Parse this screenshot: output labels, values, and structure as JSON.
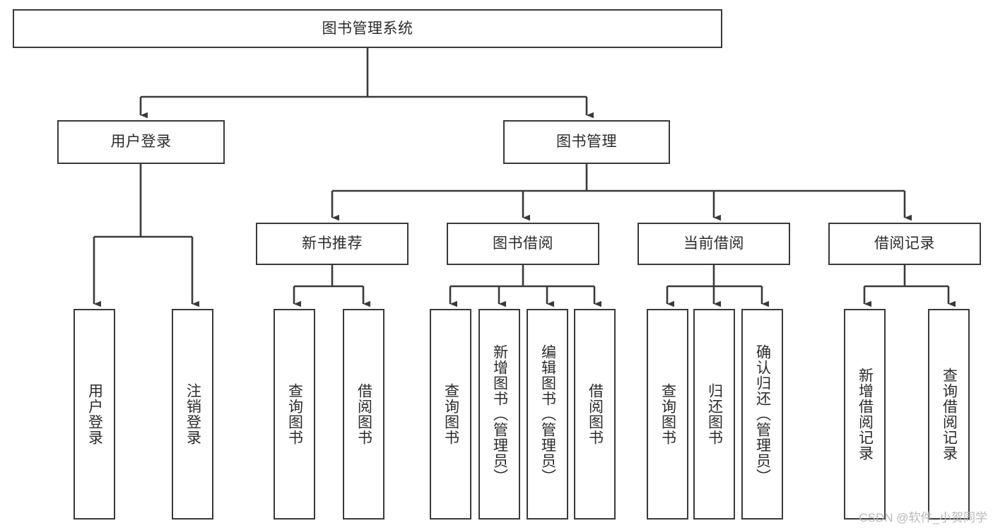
{
  "diagram": {
    "type": "tree-hierarchy",
    "title": "图书管理系统",
    "orientation": "top-down",
    "colors": {
      "box_border": "#3a3a3a",
      "box_fill": "#ffffff",
      "connector": "#3a3a3a",
      "text": "#2b2b2b",
      "watermark": "#b9b9b9"
    },
    "nodes": {
      "root": {
        "label": "图书管理系统",
        "level": 0,
        "orient": "horizontal"
      },
      "level1": [
        {
          "id": "user-login",
          "label": "用户登录",
          "orient": "horizontal"
        },
        {
          "id": "book-management",
          "label": "图书管理",
          "orient": "horizontal"
        }
      ],
      "level2": [
        {
          "id": "new-book-recommend",
          "label": "新书推荐",
          "orient": "horizontal",
          "parent": "book-management"
        },
        {
          "id": "book-borrow",
          "label": "图书借阅",
          "orient": "horizontal",
          "parent": "book-management"
        },
        {
          "id": "current-borrow",
          "label": "当前借阅",
          "orient": "horizontal",
          "parent": "book-management"
        },
        {
          "id": "borrow-record",
          "label": "借阅记录",
          "orient": "horizontal",
          "parent": "book-management"
        }
      ],
      "leaves": [
        {
          "id": "leaf-user-login",
          "label": "用户登录",
          "orient": "vertical",
          "parent": "user-login"
        },
        {
          "id": "leaf-user-logout",
          "label": "注销登录",
          "orient": "vertical",
          "parent": "user-login"
        },
        {
          "id": "leaf-query-book-1",
          "label": "查询图书",
          "orient": "vertical",
          "parent": "new-book-recommend"
        },
        {
          "id": "leaf-borrow-book-1",
          "label": "借阅图书",
          "orient": "vertical",
          "parent": "new-book-recommend"
        },
        {
          "id": "leaf-query-book-2",
          "label": "查询图书",
          "orient": "vertical",
          "parent": "book-borrow"
        },
        {
          "id": "leaf-add-book",
          "label": "新增图书（管理员）",
          "orient": "vertical",
          "parent": "book-borrow"
        },
        {
          "id": "leaf-edit-book",
          "label": "编辑图书（管理员）",
          "orient": "vertical",
          "parent": "book-borrow"
        },
        {
          "id": "leaf-borrow-book-2",
          "label": "借阅图书",
          "orient": "vertical",
          "parent": "book-borrow"
        },
        {
          "id": "leaf-query-book-3",
          "label": "查询图书",
          "orient": "vertical",
          "parent": "current-borrow"
        },
        {
          "id": "leaf-return-book",
          "label": "归还图书",
          "orient": "vertical",
          "parent": "current-borrow"
        },
        {
          "id": "leaf-confirm-return",
          "label": "确认归还（管理员）",
          "orient": "vertical",
          "parent": "current-borrow"
        },
        {
          "id": "leaf-add-record",
          "label": "新增借阅记录",
          "orient": "vertical",
          "parent": "borrow-record"
        },
        {
          "id": "leaf-query-record",
          "label": "查询借阅记录",
          "orient": "vertical",
          "parent": "borrow-record"
        }
      ]
    },
    "watermark": "CSDN @软件_小贺同学"
  }
}
